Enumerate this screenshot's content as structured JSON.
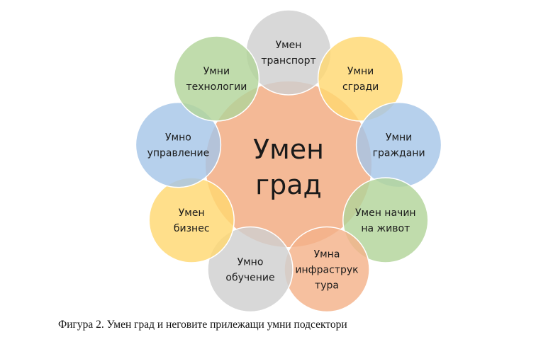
{
  "diagram": {
    "center": {
      "lines": [
        "Умен",
        "град"
      ],
      "color": "#F4B996"
    },
    "nodes": [
      {
        "id": "transport",
        "lines": [
          "Умен",
          "транспорт"
        ],
        "color": "#CFCFCF"
      },
      {
        "id": "buildings",
        "lines": [
          "Умни",
          "сгради"
        ],
        "color": "#FFD872"
      },
      {
        "id": "citizens",
        "lines": [
          "Умни",
          "граждани"
        ],
        "color": "#A6C6E8"
      },
      {
        "id": "living",
        "lines": [
          "Умен начин",
          "на живот"
        ],
        "color": "#B2D49A"
      },
      {
        "id": "infrastructure",
        "lines": [
          "Умна",
          "инфраструк",
          "тура"
        ],
        "color": "#F4B28A"
      },
      {
        "id": "education",
        "lines": [
          "Умно",
          "обучение"
        ],
        "color": "#CFCFCF"
      },
      {
        "id": "business",
        "lines": [
          "Умен",
          "бизнес"
        ],
        "color": "#FFD872"
      },
      {
        "id": "governance",
        "lines": [
          "Умно",
          "управление"
        ],
        "color": "#A6C6E8"
      },
      {
        "id": "technologies",
        "lines": [
          "Умни",
          "технологии"
        ],
        "color": "#B2D49A"
      }
    ]
  },
  "caption": "Фигура 2. Умен град и неговите прилежащи умни подсектори"
}
